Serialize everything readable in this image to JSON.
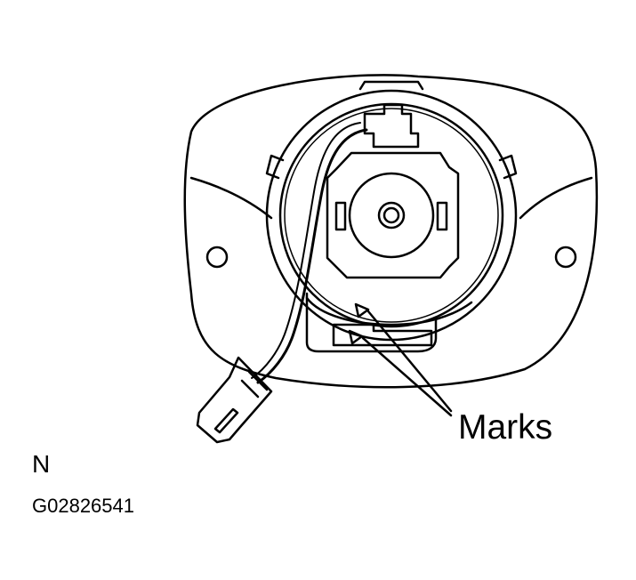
{
  "labels": {
    "marks": "Marks",
    "view_letter": "N",
    "figure_code": "G02826541"
  },
  "colors": {
    "line": "#000000",
    "background": "#ffffff"
  }
}
